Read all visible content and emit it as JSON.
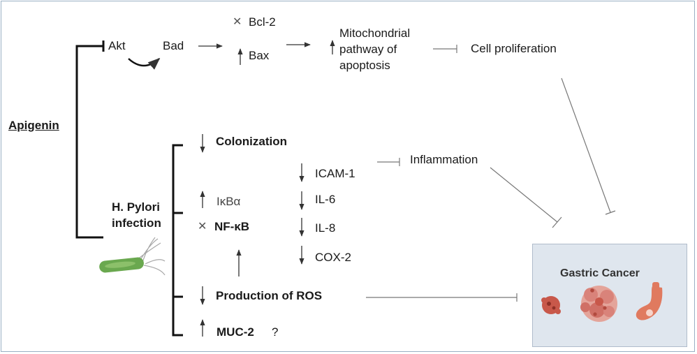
{
  "nodes": {
    "apigenin": "Apigenin",
    "akt": "Akt",
    "bad": "Bad",
    "bcl2": "Bcl-2",
    "bax": "Bax",
    "mito_line1": "Mitochondrial",
    "mito_line2": "pathway of",
    "mito_line3": "apoptosis",
    "cell_prolif": "Cell proliferation",
    "colonization": "Colonization",
    "icam1": "ICAM-1",
    "inflammation": "Inflammation",
    "ikba": "IκBα",
    "il6": "IL-6",
    "hpylori_line1": "H. Pylori",
    "hpylori_line2": "infection",
    "nfkb": "NF-κB",
    "il8": "IL-8",
    "cox2": "COX-2",
    "ros": "Production of ROS",
    "muc2": "MUC-2",
    "question": "?",
    "gastric_cancer": "Gastric Cancer"
  },
  "symbols": {
    "cross": "✕"
  },
  "colors": {
    "border": "#9ab0c4",
    "line": "#333333",
    "inhibit_line": "#777777",
    "gastric_box": "#dfe6ee",
    "bacteria": "#6aa84f",
    "tumor": "#c8584a",
    "stomach": "#e07a5f"
  },
  "icons": [
    "bacteria-icon",
    "tumor-cell-icon",
    "tumor-mass-icon",
    "stomach-icon"
  ]
}
